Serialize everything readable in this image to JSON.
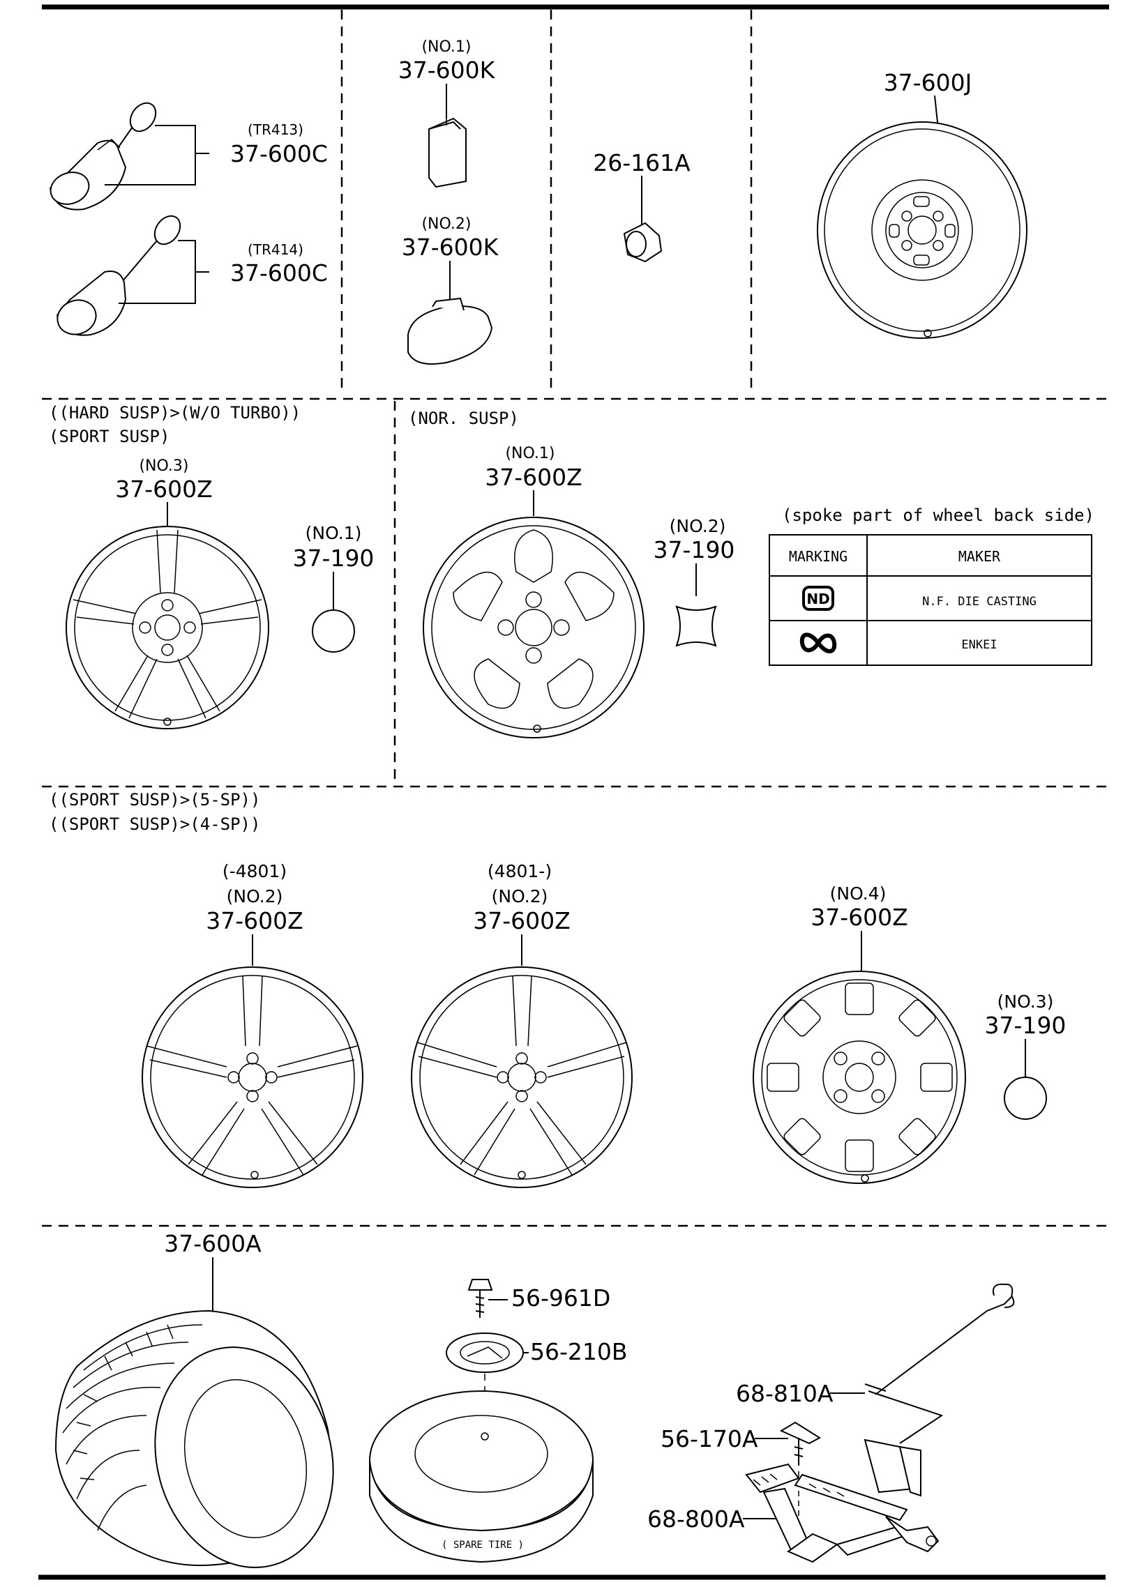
{
  "sections": {
    "top_left_row": {
      "valve_413": {
        "qualifier": "(TR413)",
        "part": "37-600C"
      },
      "valve_414": {
        "qualifier": "(TR414)",
        "part": "37-600C"
      }
    },
    "weights": {
      "no1": {
        "qualifier": "(NO.1)",
        "part": "37-600K"
      },
      "no2": {
        "qualifier": "(NO.2)",
        "part": "37-600K"
      }
    },
    "nut": {
      "part": "26-161A"
    },
    "spare_wheel": {
      "part": "37-600J"
    }
  },
  "hard_susp": {
    "title_1": "((HARD SUSP)>(W/O TURBO))",
    "title_2": "(SPORT SUSP)",
    "wheel": {
      "qualifier": "(NO.3)",
      "part": "37-600Z"
    },
    "cap": {
      "qualifier": "(NO.1)",
      "part": "37-190"
    }
  },
  "nor_susp": {
    "title": "(NOR. SUSP)",
    "wheel": {
      "qualifier": "(NO.1)",
      "part": "37-600Z"
    },
    "cap": {
      "qualifier": "(NO.2)",
      "part": "37-190"
    }
  },
  "marking_table": {
    "caption": "(spoke part of wheel back side)",
    "headers": [
      "MARKING",
      "MAKER"
    ],
    "rows": [
      {
        "marking": "ND",
        "maker": "N.F. DIE CASTING"
      },
      {
        "marking": "enkei-logo",
        "maker": "ENKEI"
      }
    ]
  },
  "sport_susp": {
    "title_1": "((SPORT SUSP)>(5-SP))",
    "title_2": "((SPORT SUSP)>(4-SP))",
    "wheel_a": {
      "serial": "(-4801)",
      "qualifier": "(NO.2)",
      "part": "37-600Z"
    },
    "wheel_b": {
      "serial": "(4801-)",
      "qualifier": "(NO.2)",
      "part": "37-600Z"
    },
    "wheel_c": {
      "qualifier": "(NO.4)",
      "part": "37-600Z"
    },
    "cap": {
      "qualifier": "(NO.3)",
      "part": "37-190"
    }
  },
  "bottom": {
    "tire": {
      "part": "37-600A"
    },
    "bolt": {
      "part": "56-961D"
    },
    "bracket": {
      "part": "56-210B"
    },
    "spare_label": "( SPARE TIRE )",
    "handle": {
      "part": "68-810A"
    },
    "pin": {
      "part": "56-170A"
    },
    "jack": {
      "part": "68-800A"
    }
  }
}
